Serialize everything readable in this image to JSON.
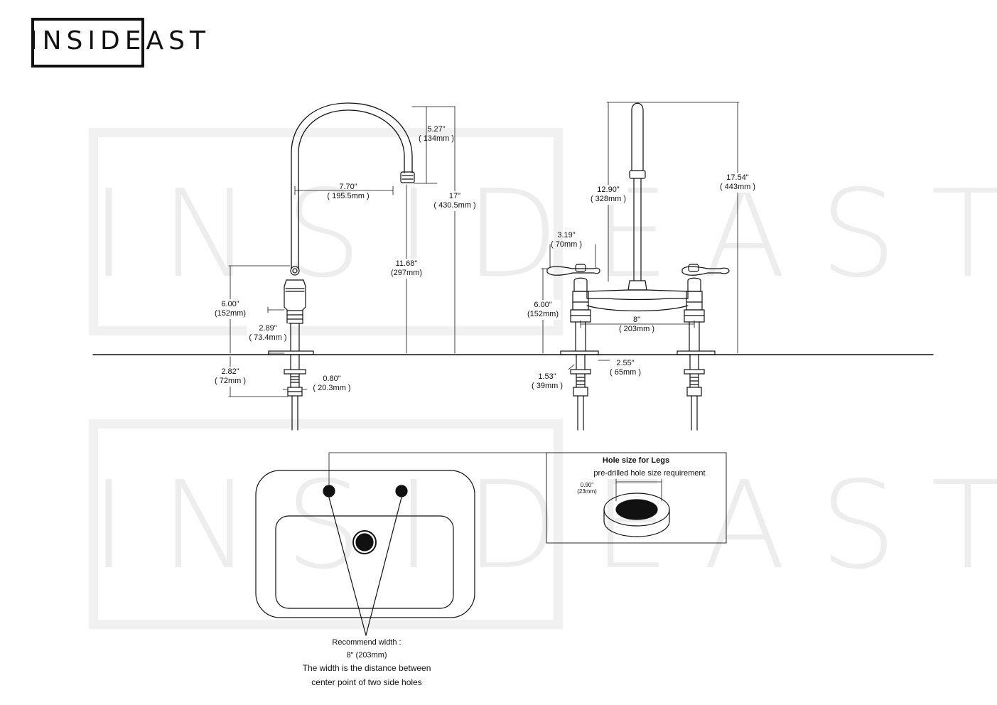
{
  "brand": {
    "logo_text": "INSIDEAST",
    "watermark_text": "INSIDEAST"
  },
  "side_view": {
    "dims": [
      {
        "in": "5.27\"",
        "mm": "( 134mm )"
      },
      {
        "in": "7.70\"",
        "mm": "( 195.5mm )"
      },
      {
        "in": "17\"",
        "mm": "( 430.5mm )"
      },
      {
        "in": "11.68\"",
        "mm": "(297mm)"
      },
      {
        "in": "6.00\"",
        "mm": "(152mm)"
      },
      {
        "in": "2.89\"",
        "mm": "( 73.4mm )"
      },
      {
        "in": "2.82\"",
        "mm": "( 72mm )"
      },
      {
        "in": "0.80\"",
        "mm": "( 20.3mm )"
      }
    ]
  },
  "front_view": {
    "dims": [
      {
        "in": "12.90\"",
        "mm": "( 328mm )"
      },
      {
        "in": "17.54\"",
        "mm": "( 443mm )"
      },
      {
        "in": "3.19\"",
        "mm": "( 70mm )"
      },
      {
        "in": "6.00\"",
        "mm": "(152mm)"
      },
      {
        "in": "8\"",
        "mm": "( 203mm )"
      },
      {
        "in": "2.55\"",
        "mm": "( 65mm )"
      },
      {
        "in": "1.53\"",
        "mm": "( 39mm )"
      }
    ]
  },
  "hole_box": {
    "title": "Hole size for Legs",
    "subtitle": "pre-drilled hole size requirement",
    "dim_in": "0.90\"",
    "dim_mm": "(23mm)"
  },
  "sink_note": {
    "line1": "Recommend width :",
    "line2": "8\" (203mm)",
    "line3": "The width is the distance between",
    "line4": "center point of two side holes"
  },
  "colors": {
    "ink": "#111111",
    "watermark": "#eeeeee",
    "background": "#ffffff"
  }
}
